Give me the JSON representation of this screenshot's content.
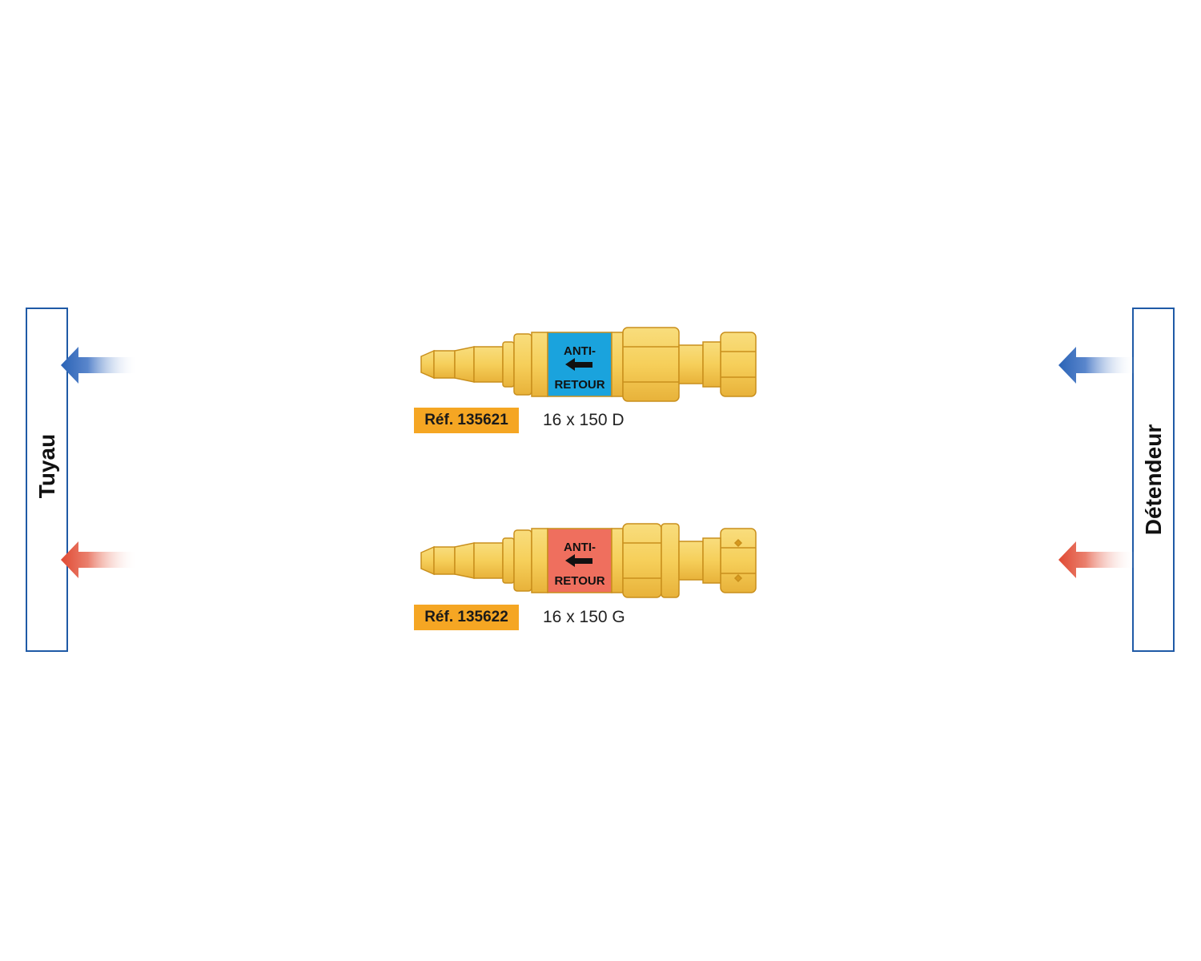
{
  "colors": {
    "brass": "#f6cf5a",
    "brass_dark": "#d79a1f",
    "blue_band": "#1aa3dd",
    "red_band": "#ef6f5e",
    "ref_badge": "#f5a623",
    "frame_blue": "#1f5aa6",
    "arrow_blue": "#2a63b6",
    "arrow_red": "#e04a33"
  },
  "left_panel": {
    "label": "Tuyau"
  },
  "right_panel": {
    "label": "Détendeur"
  },
  "fittings": [
    {
      "band_color": "blue",
      "line1": "ANTI-",
      "line2": "RETOUR",
      "ref": "Réf. 135621",
      "spec": "16 x 150 D",
      "arrow_icon": "left-arrow-icon"
    },
    {
      "band_color": "red",
      "line1": "ANTI-",
      "line2": "RETOUR",
      "ref": "Réf. 135622",
      "spec": "16 x 150 G",
      "arrow_icon": "left-arrow-icon"
    }
  ]
}
